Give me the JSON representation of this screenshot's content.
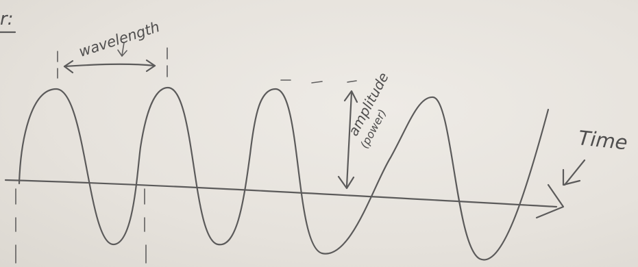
{
  "labels": {
    "wavelength": "wavelength",
    "amplitude": "amplitude",
    "power": "(power)",
    "time": "Time",
    "corner_mark": "r:"
  },
  "colors": {
    "paper": "#e9e6e1",
    "pencil": "#5b5a5a"
  }
}
